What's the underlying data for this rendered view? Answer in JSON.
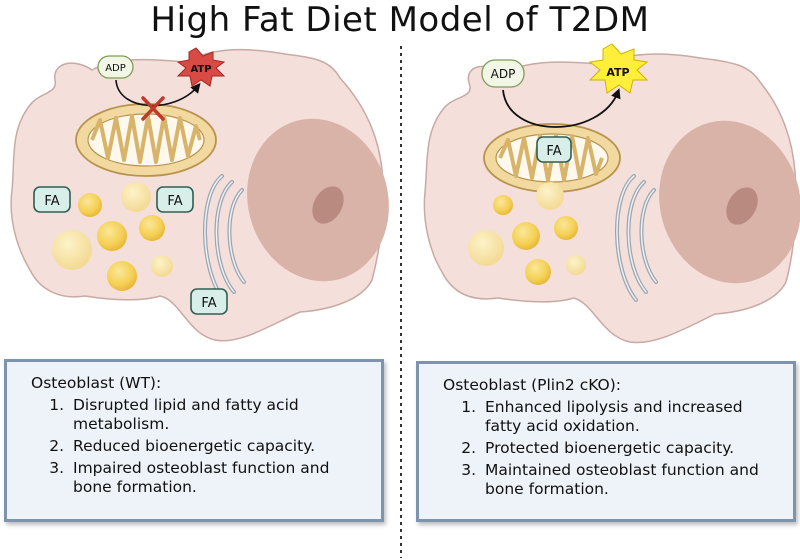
{
  "title": "High Fat Diet Model of T2DM",
  "colors": {
    "cell": "#f4dfda",
    "cell_stroke": "#c8aaa4",
    "nucleus": "#d9b2a8",
    "mitochondria": "#f2d9a0",
    "lipid_droplet": "#f4cf52",
    "atp_left": "#d94a44",
    "atp_right": "#ffef3a",
    "adp_fill": "#f1f6e6",
    "fa_fill": "#d8efe9",
    "box_bg": "#eef3f9",
    "box_border": "#7e93ad"
  },
  "left_panel": {
    "adp": "ADP",
    "atp": "ATP",
    "blocked_icon": "red-x-icon",
    "fa_labels": [
      "FA",
      "FA",
      "FA"
    ],
    "box_heading": "Osteoblast (WT):",
    "items": [
      "Disrupted lipid and fatty acid metabolism.",
      "Reduced bioenergetic capacity.",
      "Impaired osteoblast function and bone formation."
    ]
  },
  "right_panel": {
    "adp": "ADP",
    "atp": "ATP",
    "fa_labels": [
      "FA"
    ],
    "box_heading": "Osteoblast (Plin2 cKO):",
    "items": [
      "Enhanced lipolysis and increased fatty acid oxidation.",
      "Protected bioenergetic capacity.",
      "Maintained osteoblast function and bone formation."
    ]
  }
}
